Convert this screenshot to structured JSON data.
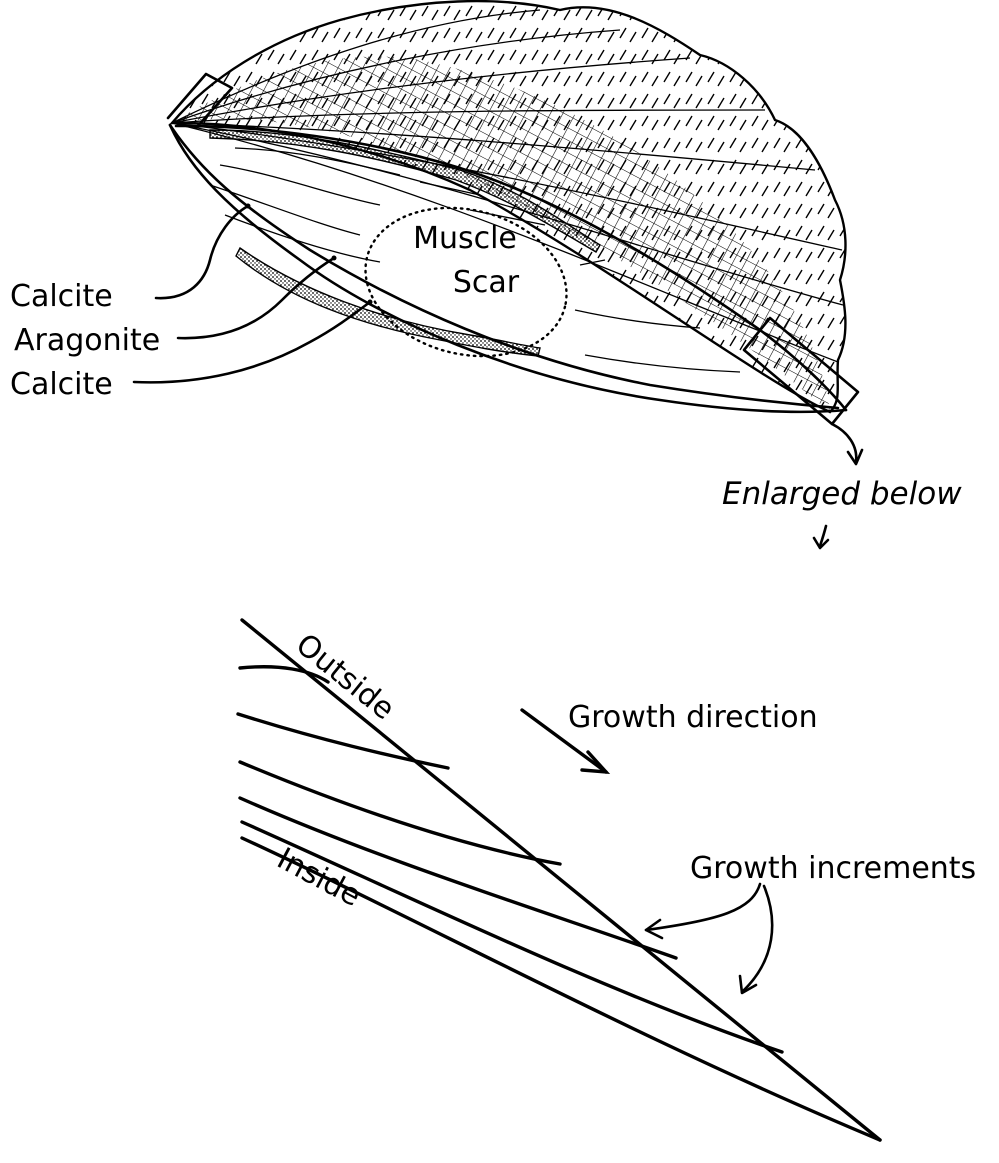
{
  "labels": {
    "muscle_scar_1": "Muscle",
    "muscle_scar_2": "Scar",
    "calcite_outer": "Calcite",
    "aragonite": "Aragonite",
    "calcite_inner": "Calcite",
    "enlarged_below": "Enlarged below",
    "outside": "Outside",
    "inside": "Inside",
    "growth_direction": "Growth direction",
    "growth_increments": "Growth increments"
  },
  "colors": {
    "ink": "#000000",
    "paper": "#ffffff"
  }
}
